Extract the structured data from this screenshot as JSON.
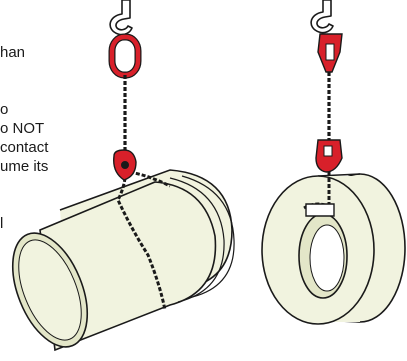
{
  "text_fragments": [
    "han",
    "o",
    "o NOT",
    "contact",
    "ume its",
    "l"
  ],
  "colors": {
    "chain": "#1a1a1a",
    "hook_metal": "#ffffff",
    "sling_red": "#d8202a",
    "cylinder_fill": "#f1f3df",
    "cylinder_shade": "#e3e6c8",
    "outline": "#1a1a1a"
  },
  "icons": [
    "crane-hook-icon",
    "master-link-icon",
    "grab-hook-icon",
    "chain-sling-icon"
  ]
}
